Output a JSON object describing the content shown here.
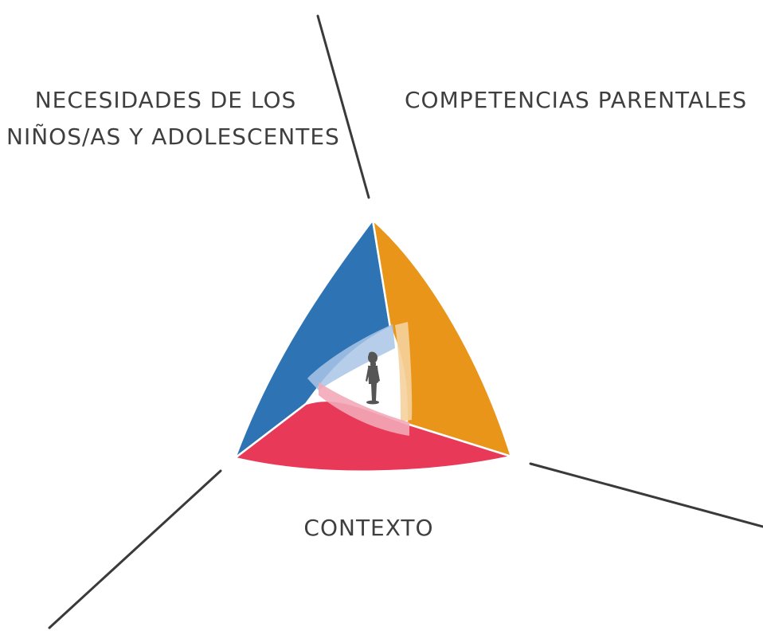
{
  "labels": {
    "needs_line1": "NECESIDADES DE LOS",
    "needs_line2": "NIÑOS/AS Y ADOLESCENTES",
    "competencies": "COMPETENCIAS PARENTALES",
    "context": "CONTEXTO"
  },
  "colors": {
    "needs": "#2e74b5",
    "competencies": "#e99519",
    "context": "#e83a58",
    "lines": "#3a3a3a",
    "text": "#3f3f3f",
    "child_figure": "#555555"
  },
  "icons": {
    "center": "child-silhouette-icon"
  }
}
